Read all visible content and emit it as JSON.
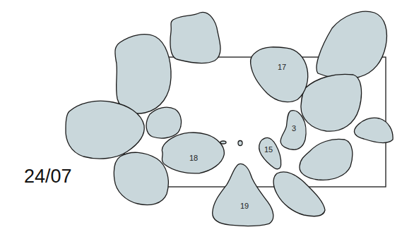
{
  "diagram": {
    "nodes": [
      {
        "text": [
          "17"
        ]
      },
      {
        "text": [
          "3"
        ]
      },
      {
        "text": [
          "15"
        ]
      },
      {
        "text": [
          "18"
        ]
      },
      {
        "text": [
          "19"
        ]
      }
    ],
    "labels": [
      "24/07"
    ]
  }
}
